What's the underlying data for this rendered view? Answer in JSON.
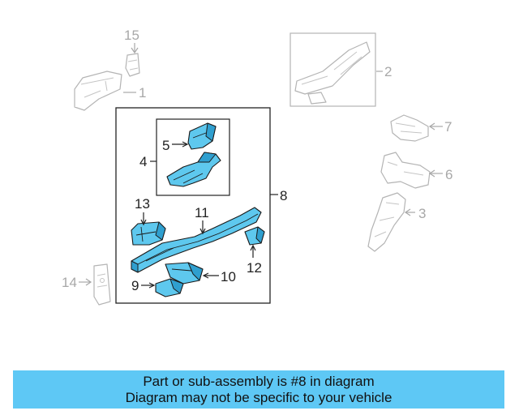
{
  "callouts": {
    "c1": "1",
    "c2": "2",
    "c3": "3",
    "c4": "4",
    "c5": "5",
    "c6": "6",
    "c7": "7",
    "c8": "8",
    "c9": "9",
    "c10": "10",
    "c11": "11",
    "c12": "12",
    "c13": "13",
    "c14": "14",
    "c15": "15"
  },
  "highlight_color": "#5ec8ee",
  "banner_color": "#5ec8f5",
  "notice": {
    "line1": "Part or sub-assembly is #8 in diagram",
    "line2": "Diagram may not be specific to your vehicle"
  }
}
